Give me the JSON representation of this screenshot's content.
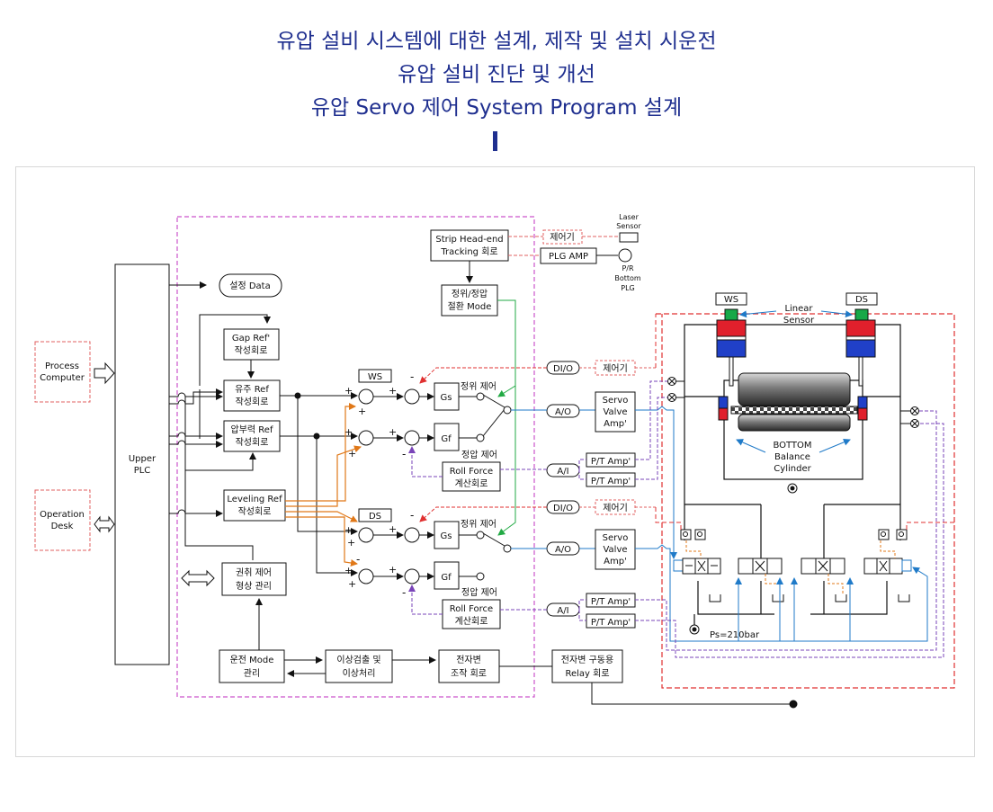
{
  "titles": {
    "line1": "유압 설비 시스템에 대한 설계, 제작 및 설치 시운전",
    "line2": "유압 설비 진단 및 개선",
    "line3": "유압 Servo 제어 System Program 설계"
  },
  "external": {
    "process_computer": [
      "Process",
      "Computer"
    ],
    "operation_desk": [
      "Operation",
      "Desk"
    ]
  },
  "plc": [
    "Upper",
    "PLC"
  ],
  "blocks": {
    "setting_data": "설정 Data",
    "gap_ref": [
      "Gap Ref'",
      "작성회로"
    ],
    "oil_ref": [
      "유주 Ref",
      "작성회로"
    ],
    "press_ref": [
      "압부력 Ref",
      "작성회로"
    ],
    "leveling_ref": [
      "Leveling Ref",
      "작성회로"
    ],
    "roll_ctrl": [
      "권취 제어",
      "형상 관리"
    ],
    "run_mode": [
      "운전 Mode",
      "관리"
    ],
    "anomaly": [
      "이상검출 및",
      "이상처리"
    ],
    "solenoid_ctrl": [
      "전자변",
      "조작 회로"
    ],
    "strip_track": [
      "Strip Head-end",
      "Tracking 회로"
    ],
    "mode_switch": [
      "정위/정압",
      "절환 Mode"
    ],
    "roll_force_1": [
      "Roll Force",
      "계산회로"
    ],
    "roll_force_2": [
      "Roll Force",
      "계산회로"
    ],
    "relay": [
      "전자변 구동용",
      "Relay 회로"
    ]
  },
  "labels": {
    "ws": "WS",
    "ds": "DS",
    "gs": "Gs",
    "gf": "Gf",
    "pos_ctrl": "정위 제어",
    "press_ctrl": "정압 제어",
    "plus": "+",
    "minus": "-",
    "dio": "DI/O",
    "ao": "A/O",
    "ai": "A/I",
    "controller": "제어기",
    "plg_amp": "PLG AMP",
    "laser_sensor": [
      "Laser",
      "Sensor"
    ],
    "pr_bottom_plg": [
      "P/R",
      "Bottom",
      "PLG"
    ],
    "servo_amp": [
      "Servo",
      "Valve",
      "Amp'"
    ],
    "pt_amp": "P/T Amp'",
    "linear_sensor": [
      "Linear",
      "Sensor"
    ],
    "bottom_cyl": [
      "BOTTOM",
      "Balance",
      "Cylinder"
    ],
    "ps": "Ps=210bar"
  },
  "colors": {
    "title": "#1f2f8f",
    "boundary_magenta": "#cc55cc",
    "red_dashed": "#e03030",
    "orange": "#e07818",
    "green": "#22aa44",
    "purple": "#7a44b8",
    "blue": "#1f7ac8",
    "cylinder_red": "#e0202c",
    "cylinder_blue": "#2040c8",
    "sensor_green": "#18a848"
  }
}
